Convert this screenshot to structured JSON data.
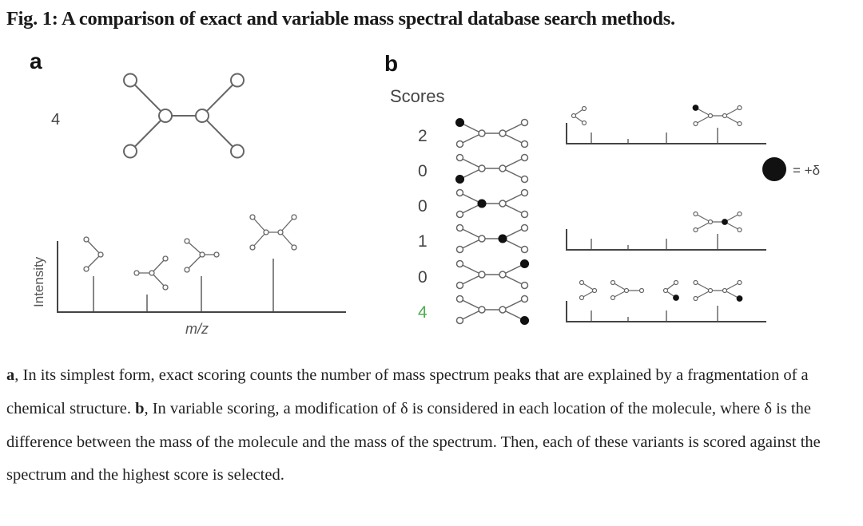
{
  "title": "Fig. 1: A comparison of exact and variable mass spectral database search methods.",
  "panel_a": {
    "label": "a",
    "score": "4",
    "y_axis_label": "Intensity",
    "x_axis_label": "m/z"
  },
  "panel_b": {
    "label": "b",
    "scores_header": "Scores",
    "variants": [
      {
        "score": "2",
        "modified_node": "top-left",
        "highlight": false
      },
      {
        "score": "0",
        "modified_node": "bottom-left",
        "highlight": false
      },
      {
        "score": "0",
        "modified_node": "inner-left",
        "highlight": false
      },
      {
        "score": "1",
        "modified_node": "inner-right",
        "highlight": false
      },
      {
        "score": "0",
        "modified_node": "top-right",
        "highlight": false
      },
      {
        "score": "4",
        "modified_node": "bottom-right",
        "highlight": true
      }
    ],
    "legend_text": "= +δ"
  },
  "colors": {
    "highlight_score": "#4caf50",
    "line": "#555555",
    "modified_node": "#111111"
  },
  "caption": {
    "a_label": "a",
    "a_text": ", In its simplest form, exact scoring counts the number of mass spectrum peaks that are explained by a fragmentation of a chemical structure. ",
    "b_label": "b",
    "b_text": ", In variable scoring, a modification of δ is considered in each location of the molecule, where δ is the difference between the mass of the molecule and the mass of the spectrum. Then, each of these variants is scored against the spectrum and the highest score is selected."
  }
}
